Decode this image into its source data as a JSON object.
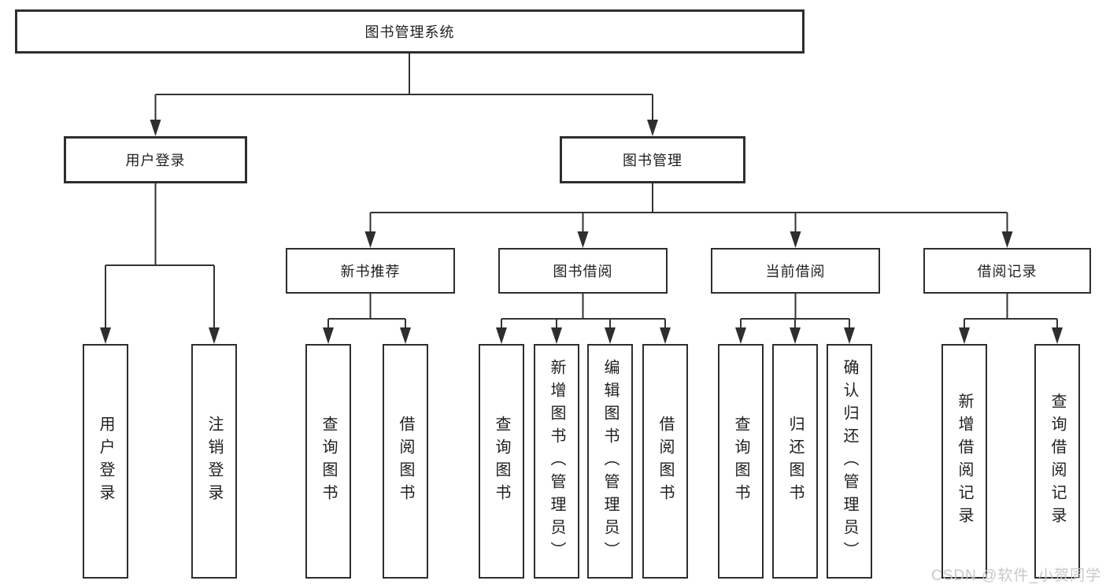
{
  "diagram": {
    "root": {
      "label": "图书管理系统"
    },
    "level2": [
      {
        "label": "用户登录"
      },
      {
        "label": "图书管理"
      }
    ],
    "level3": [
      {
        "label": "新书推荐"
      },
      {
        "label": "图书借阅"
      },
      {
        "label": "当前借阅"
      },
      {
        "label": "借阅记录"
      }
    ],
    "leaves": [
      {
        "label": "用户登录"
      },
      {
        "label": "注销登录"
      },
      {
        "label": "查询图书"
      },
      {
        "label": "借阅图书"
      },
      {
        "label": "查询图书"
      },
      {
        "label": "新增图书（管理员）"
      },
      {
        "label": "编辑图书（管理员）"
      },
      {
        "label": "借阅图书"
      },
      {
        "label": "查询图书"
      },
      {
        "label": "归还图书"
      },
      {
        "label": "确认归还（管理员）"
      },
      {
        "label": "新增借阅记录"
      },
      {
        "label": "查询借阅记录"
      }
    ]
  },
  "watermark": {
    "text": "CSDN @软件_小贺同学"
  },
  "colors": {
    "line": "#333333",
    "box_border": "#2e2e2e",
    "text": "#1f1f1f",
    "watermark": "#c5c5c5",
    "background": "#ffffff"
  }
}
